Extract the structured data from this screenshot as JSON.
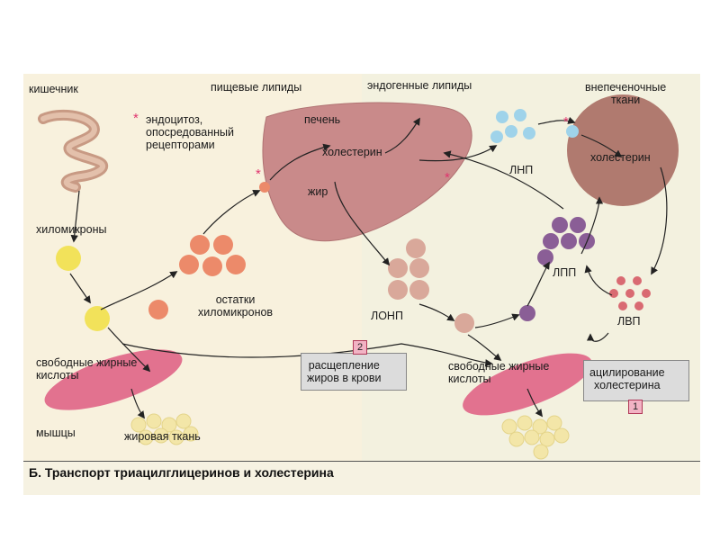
{
  "labels": {
    "intestine": "кишечник",
    "dietary_lipids": "пищевые липиды",
    "endogenous_lipids": "эндогенные липиды",
    "extrahepatic": "внепеченочные\nткани",
    "endocytosis": "эндоцитоз,\nопосредованный\nрецепторами",
    "liver": "печень",
    "cholesterol_liver": "холестерин",
    "fat": "жир",
    "ldl": "ЛНП",
    "cholesterol_tissue": "холестерин",
    "chylomicrons": "хиломикроны",
    "remnants": "остатки\nхиломикронов",
    "vldl": "ЛОНП",
    "idl": "ЛПП",
    "hdl": "ЛВП",
    "ffa_left": "свободные жирные\nкислоты",
    "ffa_right": "свободные жирные\nкислоты",
    "fat_breakdown": "расщепление\nжиров в крови",
    "acylation": "ацилирование\nхолестерина",
    "muscles": "мышцы",
    "adipose": "жировая ткань",
    "caption": "Б. Транспорт триацилглицеринов и холестерина"
  },
  "markers": {
    "star_symbol": "*",
    "badge_fat_breakdown": "2",
    "badge_acylation": "1"
  },
  "colors": {
    "background": "#f6f2e2",
    "liver": "#c98a8a",
    "tissue_cell": "#b07a6f",
    "muscle": "#e2728f",
    "chylomicron": "#f2e25a",
    "remnant": "#ec8a6a",
    "vldl": "#d9a89a",
    "ldl": "#9fd3ea",
    "idl": "#8a5e96",
    "hdl": "#d96a72",
    "adipose": "#f3e6a8",
    "star": "#e0356e"
  }
}
